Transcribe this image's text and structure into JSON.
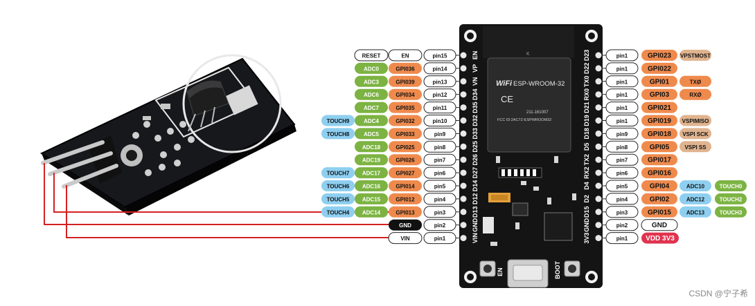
{
  "colors": {
    "adc": "#7cb342",
    "gpio": "#ef8a4d",
    "touch": "#8ecff0",
    "vspi": "#e0b48f",
    "vdd": "#e0334f",
    "white": "#ffffff",
    "black": "#111111",
    "wire": "#d42020",
    "board": "#141414",
    "module": "#2a2a2a"
  },
  "module": {
    "chip_label": "ESP-WROOM-32",
    "wifi_logo": "WiFi",
    "ce_mark": "CE",
    "fcc_line": "FCC ID:2AC7Z-ESPWROOM32",
    "r_line": "211-161007",
    "k_mark": "K"
  },
  "board": {
    "left_silk": [
      "EN",
      "VP",
      "VN",
      "D34",
      "D35",
      "D32",
      "D33",
      "D25",
      "D26",
      "D27",
      "D14",
      "D12",
      "D13",
      "GND",
      "VIN"
    ],
    "right_silk": [
      "D23",
      "D22",
      "TX0",
      "RX0",
      "D21",
      "D19",
      "D18",
      "D5",
      "TX2",
      "RX2",
      "D4",
      "D2",
      "D15",
      "GND",
      "3V3"
    ],
    "en_button": "EN",
    "boot_button": "BOOT"
  },
  "left_rows": [
    {
      "labels": [
        {
          "text": "RESET",
          "type": "white"
        },
        {
          "text": "EN",
          "type": "white"
        }
      ],
      "pin": "pin15"
    },
    {
      "labels": [
        {
          "text": "ADC0",
          "type": "adc"
        },
        {
          "text": "GPI036",
          "type": "gpio"
        }
      ],
      "pin": "pin14"
    },
    {
      "labels": [
        {
          "text": "ADC3",
          "type": "adc"
        },
        {
          "text": "GPI039",
          "type": "gpio"
        }
      ],
      "pin": "pin13"
    },
    {
      "labels": [
        {
          "text": "ADC6",
          "type": "adc"
        },
        {
          "text": "GPI034",
          "type": "gpio"
        }
      ],
      "pin": "pin12"
    },
    {
      "labels": [
        {
          "text": "ADC7",
          "type": "adc"
        },
        {
          "text": "GPI035",
          "type": "gpio"
        }
      ],
      "pin": "pin11"
    },
    {
      "labels": [
        {
          "text": "TOUCH9",
          "type": "touch"
        },
        {
          "text": "ADC4",
          "type": "adc"
        },
        {
          "text": "GPI032",
          "type": "gpio"
        }
      ],
      "pin": "pin10"
    },
    {
      "labels": [
        {
          "text": "TOUCH8",
          "type": "touch"
        },
        {
          "text": "ADC5",
          "type": "adc"
        },
        {
          "text": "GPI033",
          "type": "gpio"
        }
      ],
      "pin": "pin9"
    },
    {
      "labels": [
        {
          "text": "ADC18",
          "type": "adc"
        },
        {
          "text": "GPI025",
          "type": "gpio"
        }
      ],
      "pin": "pin8"
    },
    {
      "labels": [
        {
          "text": "ADC19",
          "type": "adc"
        },
        {
          "text": "GPI026",
          "type": "gpio"
        }
      ],
      "pin": "pin7"
    },
    {
      "labels": [
        {
          "text": "TOUCH7",
          "type": "touch"
        },
        {
          "text": "ADC17",
          "type": "adc"
        },
        {
          "text": "GPI027",
          "type": "gpio"
        }
      ],
      "pin": "pin6"
    },
    {
      "labels": [
        {
          "text": "TOUCH6",
          "type": "touch"
        },
        {
          "text": "ADC16",
          "type": "adc"
        },
        {
          "text": "GPI014",
          "type": "gpio"
        }
      ],
      "pin": "pin5"
    },
    {
      "labels": [
        {
          "text": "TOUCH5",
          "type": "touch"
        },
        {
          "text": "ADC15",
          "type": "adc"
        },
        {
          "text": "GPI012",
          "type": "gpio"
        }
      ],
      "pin": "pin4"
    },
    {
      "labels": [
        {
          "text": "TOUCH4",
          "type": "touch"
        },
        {
          "text": "ADC14",
          "type": "adc"
        },
        {
          "text": "GPI013",
          "type": "gpio"
        }
      ],
      "pin": "pin3"
    },
    {
      "labels": [
        {
          "text": "GND",
          "type": "black"
        }
      ],
      "pin": "pin2"
    },
    {
      "labels": [
        {
          "text": "VIN",
          "type": "white"
        }
      ],
      "pin": "pin1"
    }
  ],
  "right_rows": [
    {
      "pin": "pin1",
      "labels": [
        {
          "text": "GPI023",
          "type": "gpio"
        },
        {
          "text": "VPSTMOST",
          "type": "vspi"
        }
      ]
    },
    {
      "pin": "pin1",
      "labels": [
        {
          "text": "GPI022",
          "type": "gpio"
        }
      ]
    },
    {
      "pin": "pin1",
      "labels": [
        {
          "text": "GPI01",
          "type": "gpio"
        },
        {
          "text": "TXØ",
          "type": "gpio"
        }
      ]
    },
    {
      "pin": "pin1",
      "labels": [
        {
          "text": "GPI03",
          "type": "gpio"
        },
        {
          "text": "RXØ",
          "type": "gpio"
        }
      ]
    },
    {
      "pin": "pin1",
      "labels": [
        {
          "text": "GPI021",
          "type": "gpio"
        }
      ]
    },
    {
      "pin": "pin1",
      "labels": [
        {
          "text": "GPI019",
          "type": "gpio"
        },
        {
          "text": "VSPIMISO",
          "type": "vspi"
        }
      ]
    },
    {
      "pin": "pin9",
      "labels": [
        {
          "text": "GPI018",
          "type": "gpio"
        },
        {
          "text": "VSPI SCK",
          "type": "vspi"
        }
      ]
    },
    {
      "pin": "pin8",
      "labels": [
        {
          "text": "GPI05",
          "type": "gpio"
        },
        {
          "text": "VSPI SS",
          "type": "vspi"
        }
      ]
    },
    {
      "pin": "pin7",
      "labels": [
        {
          "text": "GPI017",
          "type": "gpio"
        }
      ]
    },
    {
      "pin": "pin6",
      "labels": [
        {
          "text": "GPI016",
          "type": "gpio"
        }
      ]
    },
    {
      "pin": "pin5",
      "labels": [
        {
          "text": "GPI04",
          "type": "gpio"
        },
        {
          "text": "ADC10",
          "type": "touch"
        },
        {
          "text": "TOUCH0",
          "type": "adc"
        }
      ]
    },
    {
      "pin": "pin4",
      "labels": [
        {
          "text": "GPI02",
          "type": "gpio"
        },
        {
          "text": "ADC12",
          "type": "touch"
        },
        {
          "text": "TOUCH2",
          "type": "adc"
        }
      ]
    },
    {
      "pin": "pin3",
      "labels": [
        {
          "text": "GPI015",
          "type": "gpio"
        },
        {
          "text": "ADC13",
          "type": "touch"
        },
        {
          "text": "TOUCH3",
          "type": "adc"
        }
      ]
    },
    {
      "pin": "pin2",
      "labels": [
        {
          "text": "GND",
          "type": "white"
        }
      ]
    },
    {
      "pin": "pin1",
      "labels": [
        {
          "text": "VDD 3V3",
          "type": "vdd"
        }
      ]
    }
  ],
  "watermark": "CSDN @宁子希"
}
